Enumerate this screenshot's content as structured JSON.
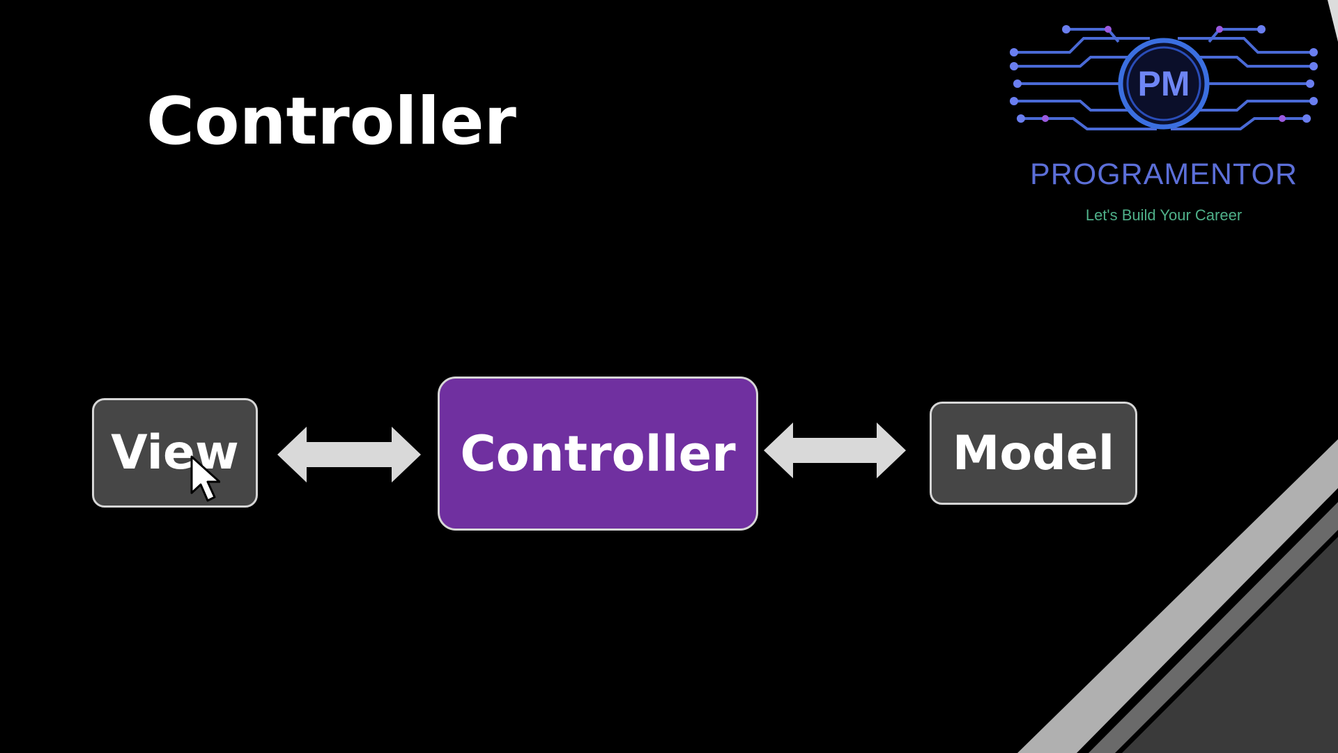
{
  "slide": {
    "title": "Controller"
  },
  "logo": {
    "monogram": "PM",
    "brand_name": "PROGRAMENTOR",
    "tagline": "Let's Build Your Career"
  },
  "diagram": {
    "nodes": [
      {
        "id": "view",
        "label": "View"
      },
      {
        "id": "controller",
        "label": "Controller"
      },
      {
        "id": "model",
        "label": "Model"
      }
    ],
    "edges": [
      {
        "from": "view",
        "to": "controller",
        "direction": "bidirectional"
      },
      {
        "from": "controller",
        "to": "model",
        "direction": "bidirectional"
      }
    ]
  },
  "colors": {
    "background": "#000000",
    "controller_fill": "#7030a0",
    "side_node_fill": "#464646",
    "node_border": "#d6d6d6",
    "arrow_fill": "#d9d9d9",
    "brand_blue": "#5c6fd8",
    "tagline_green": "#4fb089"
  },
  "icons": [
    "pm-logo-icon",
    "mouse-pointer-icon",
    "double-arrow-icon"
  ]
}
